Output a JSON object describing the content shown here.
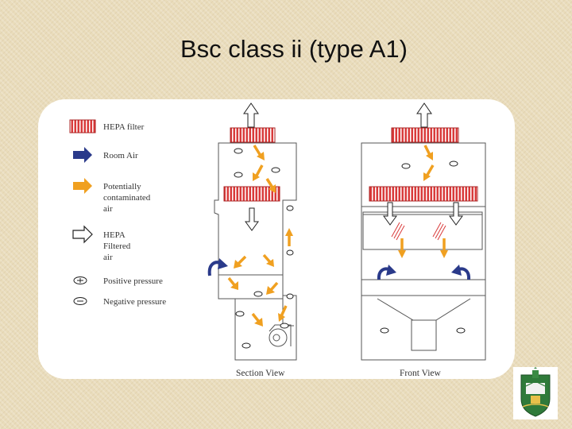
{
  "slide": {
    "title": "Bsc class ii (type A1)"
  },
  "legend": {
    "hepa_filter": "HEPA filter",
    "room_air": "Room Air",
    "contaminated_line1": "Potentially",
    "contaminated_line2": "contaminated",
    "contaminated_line3": "air",
    "filtered_line1": "HEPA",
    "filtered_line2": "Filtered",
    "filtered_line3": "air",
    "positive_pressure": "Positive pressure",
    "negative_pressure": "Negative pressure"
  },
  "views": {
    "section": "Section View",
    "front": "Front View"
  },
  "colors": {
    "hepa_filter": "#d93b3b",
    "room_air": "#2a3a8a",
    "contaminated_air": "#f0a020",
    "outline": "#555555"
  },
  "icons": {
    "logo": "university-crest-logo"
  }
}
